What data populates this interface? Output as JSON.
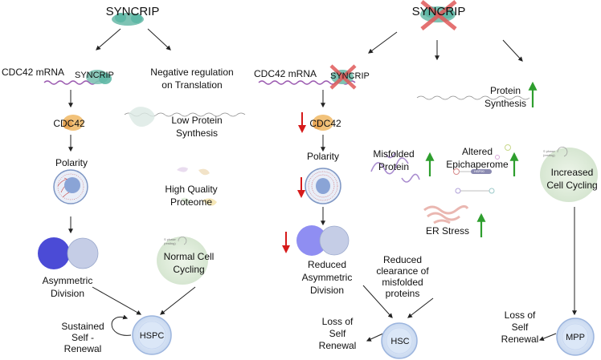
{
  "left": {
    "title": "SYNCRIP",
    "mrna": "CDC42 mRNA",
    "mrna_protein": "SYNCRIP",
    "neg_reg_line1": "Negative regulation",
    "neg_reg_line2": "on Translation",
    "cdc42": "CDC42",
    "low_protein_line1": "Low Protein",
    "low_protein_line2": "Synthesis",
    "polarity": "Polarity",
    "hq_line1": "High Quality",
    "hq_line2": "Proteome",
    "asym_line1": "Asymmetric",
    "asym_line2": "Division",
    "normal_line1": "Normal Cell",
    "normal_line2": "Cycling",
    "sustained_line1": "Sustained",
    "sustained_line2": "Self -",
    "sustained_line3": "Renewal",
    "hspc": "HSPC",
    "phase_label1": "S phase",
    "phase_label2": "(resting)"
  },
  "right": {
    "title": "SYNCRIP",
    "mrna": "CDC42 mRNA",
    "mrna_protein": "SYNCRIP",
    "protein_syn_line1": "Protein",
    "protein_syn_line2": "Synthesis",
    "cdc42": "CDC42",
    "polarity": "Polarity",
    "misfolded_line1": "Misfolded",
    "misfolded_line2": "Protein",
    "epi_line1": "Altered",
    "epi_line2": "Epichaperome",
    "hsp90": "HSP90",
    "increased_line1": "Increased",
    "increased_line2": "Cell Cycling",
    "er_stress": "ER Stress",
    "reduced_asym_line1": "Reduced",
    "reduced_asym_line2": "Asymmetric",
    "reduced_asym_line3": "Division",
    "clearance_line1": "Reduced",
    "clearance_line2": "clearance of",
    "clearance_line3": "misfolded",
    "clearance_line4": "proteins",
    "loss_hsc_line1": "Loss of",
    "loss_hsc_line2": "Self",
    "loss_hsc_line3": "Renewal",
    "hsc": "HSC",
    "loss_mpp_line1": "Loss of",
    "loss_mpp_line2": "Self",
    "loss_mpp_line3": "Renewal",
    "mpp": "MPP",
    "phase_label1": "S phase",
    "phase_label2": "(resting)"
  },
  "colors": {
    "up_arrow": "#2e9e2e",
    "down_arrow": "#d61a1a",
    "syncrip_teal": "#5fb8a6",
    "cdc42_orange": "#f2c27a",
    "mrna_purple": "#9b5ab0",
    "cross_red": "#e05a5a",
    "asym_dark": "#4b4bd6",
    "asym_light": "#c5cde6",
    "reduced_purple": "#8f8ef2",
    "cell_blue": "#dbe7f7"
  }
}
